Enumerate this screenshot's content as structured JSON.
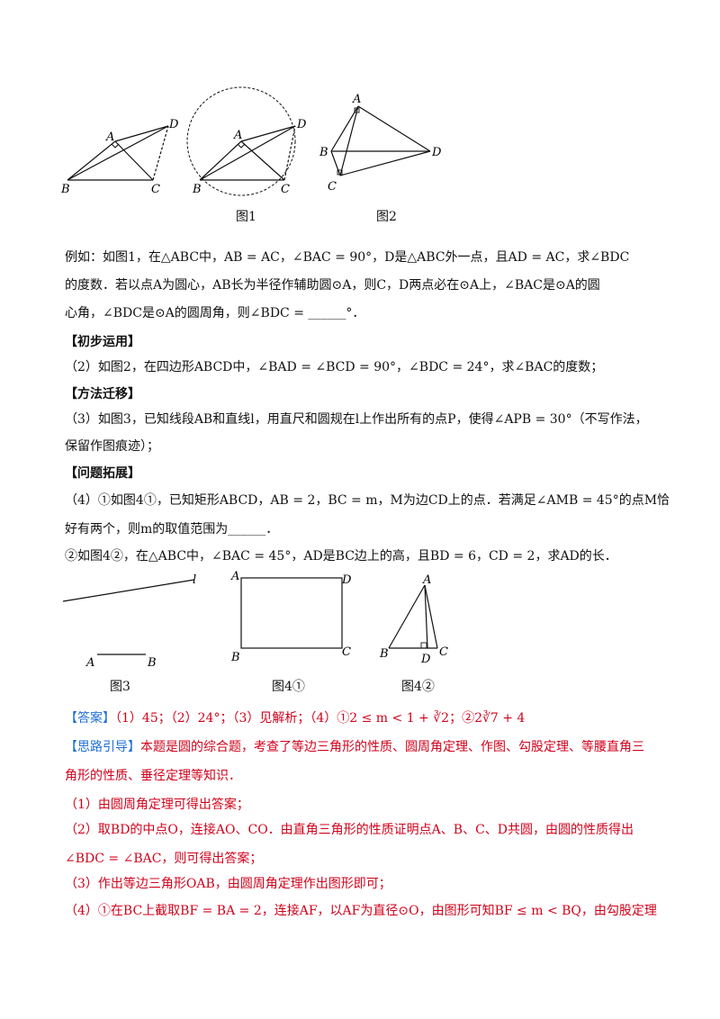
{
  "figures": {
    "fig1": {
      "caption": "图1",
      "labels": {
        "A": "A",
        "B": "B",
        "C": "C",
        "D": "D"
      }
    },
    "fig2": {
      "caption": "图2",
      "labels": {
        "A": "A",
        "B": "B",
        "C": "C",
        "D": "D"
      }
    },
    "fig3": {
      "caption": "图3",
      "labels": {
        "A": "A",
        "B": "B",
        "l": "l"
      }
    },
    "fig4a": {
      "caption": "图4①",
      "labels": {
        "A": "A",
        "B": "B",
        "C": "C",
        "D": "D"
      }
    },
    "fig4b": {
      "caption": "图4②",
      "labels": {
        "A": "A",
        "B": "B",
        "C": "C",
        "D": "D"
      }
    }
  },
  "text": {
    "p1": "例如：如图1，在△ABC中，AB = AC，∠BAC = 90°，D是△ABC外一点，且AD = AC，求∠BDC",
    "p2": "的度数．若以点A为圆心，AB长为半径作辅助圆⊙A，则C，D两点必在⊙A上，∠BAC是⊙A的圆",
    "p3": "心角，∠BDC是⊙A的圆周角，则∠BDC = ______°．",
    "h1": "【初步运用】",
    "p4": "（2）如图2，在四边形ABCD中，∠BAD = ∠BCD = 90°，∠BDC = 24°，求∠BAC的度数；",
    "h2": "【方法迁移】",
    "p5": "（3）如图3，已知线段AB和直线l，用直尺和圆规在l上作出所有的点P，使得∠APB = 30°（不写作法，",
    "p6": "保留作图痕迹）；",
    "h3": "【问题拓展】",
    "p7": "（4）①如图4①，已知矩形ABCD，AB = 2，BC = m，M为边CD上的点．若满足∠AMB = 45°的点M恰",
    "p8": "好有两个，则m的取值范围为______．",
    "p9": "②如图4②，在△ABC中，∠BAC = 45°，AD是BC边上的高，且BD = 6，CD = 2，求AD的长．"
  },
  "answer": {
    "label": "【答案】",
    "content": "（1）45；（2）24°；（3）见解析；（4）①2 ≤ m < 1 + ∛2；②2∛7 + 4"
  },
  "guide": {
    "label": "【思路引导】",
    "l1": "本题是圆的综合题，考查了等边三角形的性质、圆周角定理、作图、勾股定理、等腰直角三",
    "l2": "角形的性质、垂径定理等知识．",
    "l3": "（1）由圆周角定理可得出答案；",
    "l4": "（2）取BD的中点O，连接AO、CO．由直角三角形的性质证明点A、B、C、D共圆，由圆的性质得出",
    "l5": "∠BDC = ∠BAC，则可得出答案；",
    "l6": "（3）作出等边三角形OAB，由圆周角定理作出图形即可；",
    "l7": "（4）①在BC上截取BF = BA = 2，连接AF，以AF为直径⊙O，由图形可知BF ≤ m < BQ，由勾股定理"
  }
}
